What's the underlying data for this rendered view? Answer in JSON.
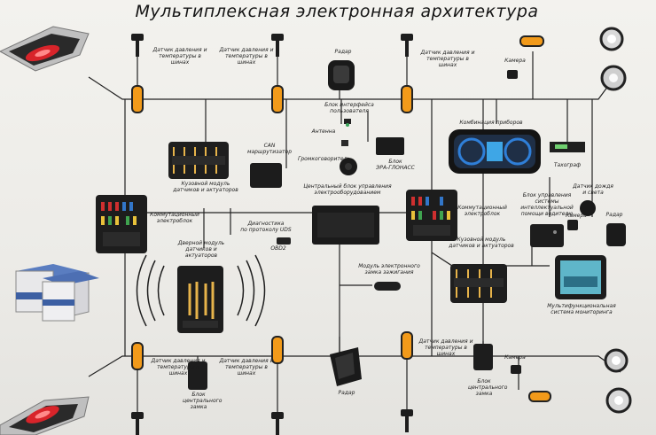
{
  "title": "Мультиплексная электронная архитектура",
  "labels": {
    "tpms_top_1": "Датчик давления и\nтемпературы в шинах",
    "tpms_top_2": "Датчик давления и\nтемпературы в шинах",
    "tpms_top_3": "Датчик давления и\nтемпературы в шинах",
    "tpms_bottom_1": "Датчик давления и\nтемпературы в шинах",
    "tpms_bottom_2": "Датчик давления и\nтемпературы в шинах",
    "tpms_bottom_3": "Датчик давления и\nтемпературы в шинах",
    "radar_top": "Радар",
    "radar_bottom": "Радар",
    "radar_right": "Радар",
    "user_interface": "Блок интерфейса\nпользователя",
    "antenna": "Антенна",
    "loudspeaker": "Громкоговоритель",
    "era_glonass": "Блок\nЭРА-ГЛОНАСС",
    "can_logger": "CAN\nмаршрутизатор",
    "body_module_left": "Кузовной модуль\nдатчиков и актуаторов",
    "body_module_right": "Кузовной модуль\nдатчиков и актуаторов",
    "junction_left": "Коммутационный\nэлектроблок",
    "junction_right": "Коммутационный\nэлектроблок",
    "central_unit": "Центральный блок управления\nэлектрооборудованием",
    "diagnostics": "Диагностика\nпо протоколу UDS",
    "obd": "OBD2",
    "door_module": "Дверной модуль\nдатчиков и\nактуаторов",
    "ignition": "Модуль электронного\nзамка зажигания",
    "instrument": "Комбинация приборов",
    "tachograph": "Тахограф",
    "camera_top": "Камера",
    "camera_right": "Камера",
    "camera_bottom": "Камера",
    "adas": "Блок управления\nсистемы\nинтеллектуальной\nпомощи водителю",
    "rain_light": "Датчик дождя\nи света",
    "monitoring": "Мультифункциональная\nсистема мониторинга",
    "lock_left": "Блок\nцентрального\nзамка",
    "lock_right": "Блок\nцентрального\nзамка"
  },
  "colors": {
    "background": "#efeee9",
    "wire": "#222222",
    "amber_marker": "#f29a1a",
    "red_lamp": "#d8242a",
    "device_dark": "#1b1b1b",
    "cluster_blue": "#2f7fd8",
    "battery_blue": "#3c5fa3",
    "screen_teal": "#5fb6c9"
  },
  "icons": [
    "tpms-sensor-icon",
    "amber-marker-icon",
    "red-tail-lamp-icon",
    "fog-lamp-icon",
    "battery-icon",
    "radar-icon",
    "camera-icon",
    "wifi-arc-icon"
  ]
}
